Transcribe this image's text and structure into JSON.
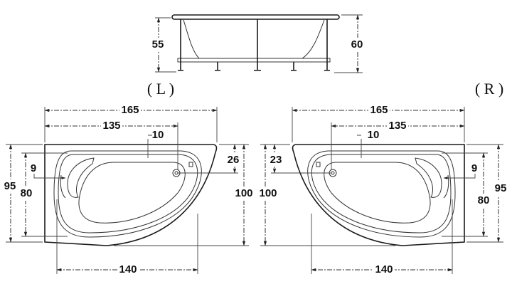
{
  "title": "Corner bathtub dimension drawing",
  "side_view": {
    "height_inner": "55",
    "height_total": "60"
  },
  "variants": [
    {
      "label": "( L )",
      "width_total": "165",
      "width_basin": "135",
      "rim_offset": "10",
      "drain_offset": "26",
      "headrest_offset": "9",
      "depth_inner": "80",
      "depth_side": "95",
      "depth_total": "100",
      "width_bottom": "140"
    },
    {
      "label": "( R )",
      "width_total": "165",
      "width_basin": "135",
      "rim_offset": "10",
      "drain_offset": "23",
      "headrest_offset": "9",
      "depth_inner": "80",
      "depth_side": "95",
      "depth_total": "100",
      "width_bottom": "140"
    }
  ]
}
